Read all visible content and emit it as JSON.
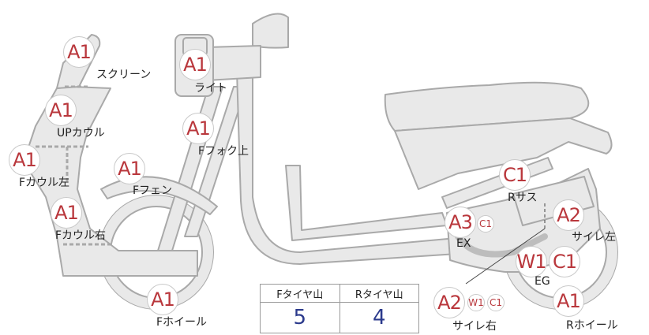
{
  "parts": [
    {
      "id": "screen",
      "badges": [
        "A1"
      ],
      "label": "スクリーン"
    },
    {
      "id": "light",
      "badges": [
        "A1"
      ],
      "label": "ライト"
    },
    {
      "id": "up-cowl",
      "badges": [
        "A1"
      ],
      "label": "UPカウル"
    },
    {
      "id": "front-fork-upper",
      "badges": [
        "A1"
      ],
      "label": "Fフォク上"
    },
    {
      "id": "front-cowl-left",
      "badges": [
        "A1"
      ],
      "label": "Fカウル左"
    },
    {
      "id": "front-fender",
      "badges": [
        "A1"
      ],
      "label": "Fフェン"
    },
    {
      "id": "front-cowl-right",
      "badges": [
        "A1"
      ],
      "label": "Fカウル右"
    },
    {
      "id": "front-wheel",
      "badges": [
        "A1"
      ],
      "label": "Fホイール"
    },
    {
      "id": "rear-suspension",
      "badges": [
        "C1"
      ],
      "label": "Rサス"
    },
    {
      "id": "exhaust",
      "badges": [
        "A3",
        "C1"
      ],
      "label": "EX"
    },
    {
      "id": "muffler-left",
      "badges": [
        "A2"
      ],
      "label": "サイレ左"
    },
    {
      "id": "engine",
      "badges": [
        "W1",
        "C1"
      ],
      "label": "EG"
    },
    {
      "id": "muffler-right",
      "badges": [
        "A2",
        "W1",
        "C1"
      ],
      "label": "サイレ右"
    },
    {
      "id": "rear-wheel",
      "badges": [
        "A1"
      ],
      "label": "Rホイール"
    }
  ],
  "tread": {
    "front_header": "Fタイヤ山",
    "rear_header": "Rタイヤ山",
    "front_value": "5",
    "rear_value": "4"
  },
  "colors": {
    "badge_text": "#b9373c",
    "tread_value": "#2b3a8c",
    "part_fill": "#e9e9e9",
    "part_outline": "#a9a9a9"
  }
}
